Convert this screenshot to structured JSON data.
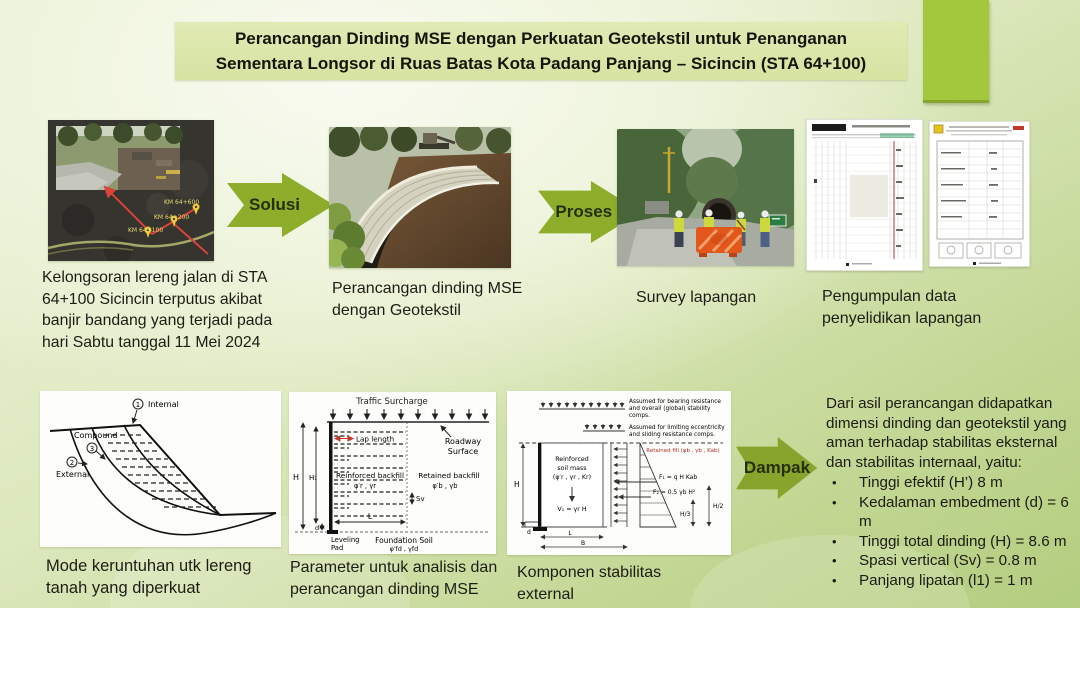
{
  "title": {
    "line1": "Perancangan Dinding MSE dengan Perkuatan Geotekstil untuk Penanganan",
    "line2": "Sementara Longsor di Ruas Batas Kota Padang Panjang – Sicincin (STA 64+100)"
  },
  "arrows": {
    "solusi": "Solusi",
    "proses": "Proses",
    "dampak": "Dampak"
  },
  "steps": [
    {
      "caption": "Kelongsoran lereng jalan di STA 64+100 Sicincin terputus akibat banjir bandang yang terjadi pada hari Sabtu tanggal 11 Mei 2024"
    },
    {
      "caption": "Perancangan dinding MSE dengan Geotekstil"
    },
    {
      "caption": "Survey lapangan"
    },
    {
      "caption": "Pengumpulan data penyelidikan lapangan"
    }
  ],
  "photo1_labels": {
    "km1": "KM 64+600",
    "km2": "KM 64+200",
    "km3": "KM 64+100"
  },
  "diagram1": {
    "caption": "Mode keruntuhan  utk lereng tanah yang diperkuat",
    "labels": {
      "n1": "1",
      "n2": "2",
      "n3": "3",
      "internal": "Internal",
      "compound": "Compound",
      "external": "External"
    }
  },
  "diagram2": {
    "caption": "Parameter untuk analisis dan perancangan dinding MSE",
    "labels": {
      "traffic": "Traffic Surcharge",
      "roadway1": "Roadway",
      "roadway2": "Surface",
      "lap": "Lap length",
      "reinforced": "Reinforced backfill",
      "reinforced_sym": "φ′r , γr",
      "retained": "Retained backfill",
      "retained_sym": "φ′b , γb",
      "h": "H",
      "h1": "H₁",
      "sv": "Sv",
      "l": "L",
      "d": "d",
      "leveling1": "Leveling",
      "leveling2": "Pad",
      "foundation": "Foundation Soil",
      "foundation_sym": "φ′fd , γfd"
    }
  },
  "diagram3": {
    "caption": "Komponen stabilitas external",
    "labels": {
      "note1a": "Assumed for bearing resistance",
      "note1b": "and overall (global) stability",
      "note1c": "comps.",
      "note2a": "Assumed for limiting eccentricity",
      "note2b": "and sliding resistance comps.",
      "mass1": "Reinforced",
      "mass2": "soil mass",
      "mass3": "(φ′r , γr , Kr)",
      "v1": "V₁ = γr H",
      "retained": "Retained fill (φb , γb , Kab)",
      "f1": "F₁ = q H Kab",
      "f2": "F₂ = 0.5 γb H²",
      "h": "H",
      "h2": "H/2",
      "h3": "H/3",
      "l": "L",
      "b": "B",
      "d": "d"
    }
  },
  "results": {
    "intro": "Dari asil perancangan didapatkan dimensi dinding dan geotekstil yang aman terhadap stabilitas eksternal dan stabilitas internaal, yaitu:",
    "bullets": [
      "Tinggi efektif (H’)  8 m",
      "Kedalaman embedment (d) = 6 m",
      "Tinggi total dinding (H) = 8.6 m",
      "Spasi vertical (Sv) = 0.8 m",
      "Panjang lipatan (l1) = 1 m"
    ]
  },
  "colors": {
    "arrow_green": "#8dad2b",
    "title_bg": "#d6e3a2",
    "corner_green": "#a3c83e",
    "red_accent": "#d8433a",
    "vest_yellow": "#ccd83b",
    "barrier_orange": "#e2571c"
  }
}
